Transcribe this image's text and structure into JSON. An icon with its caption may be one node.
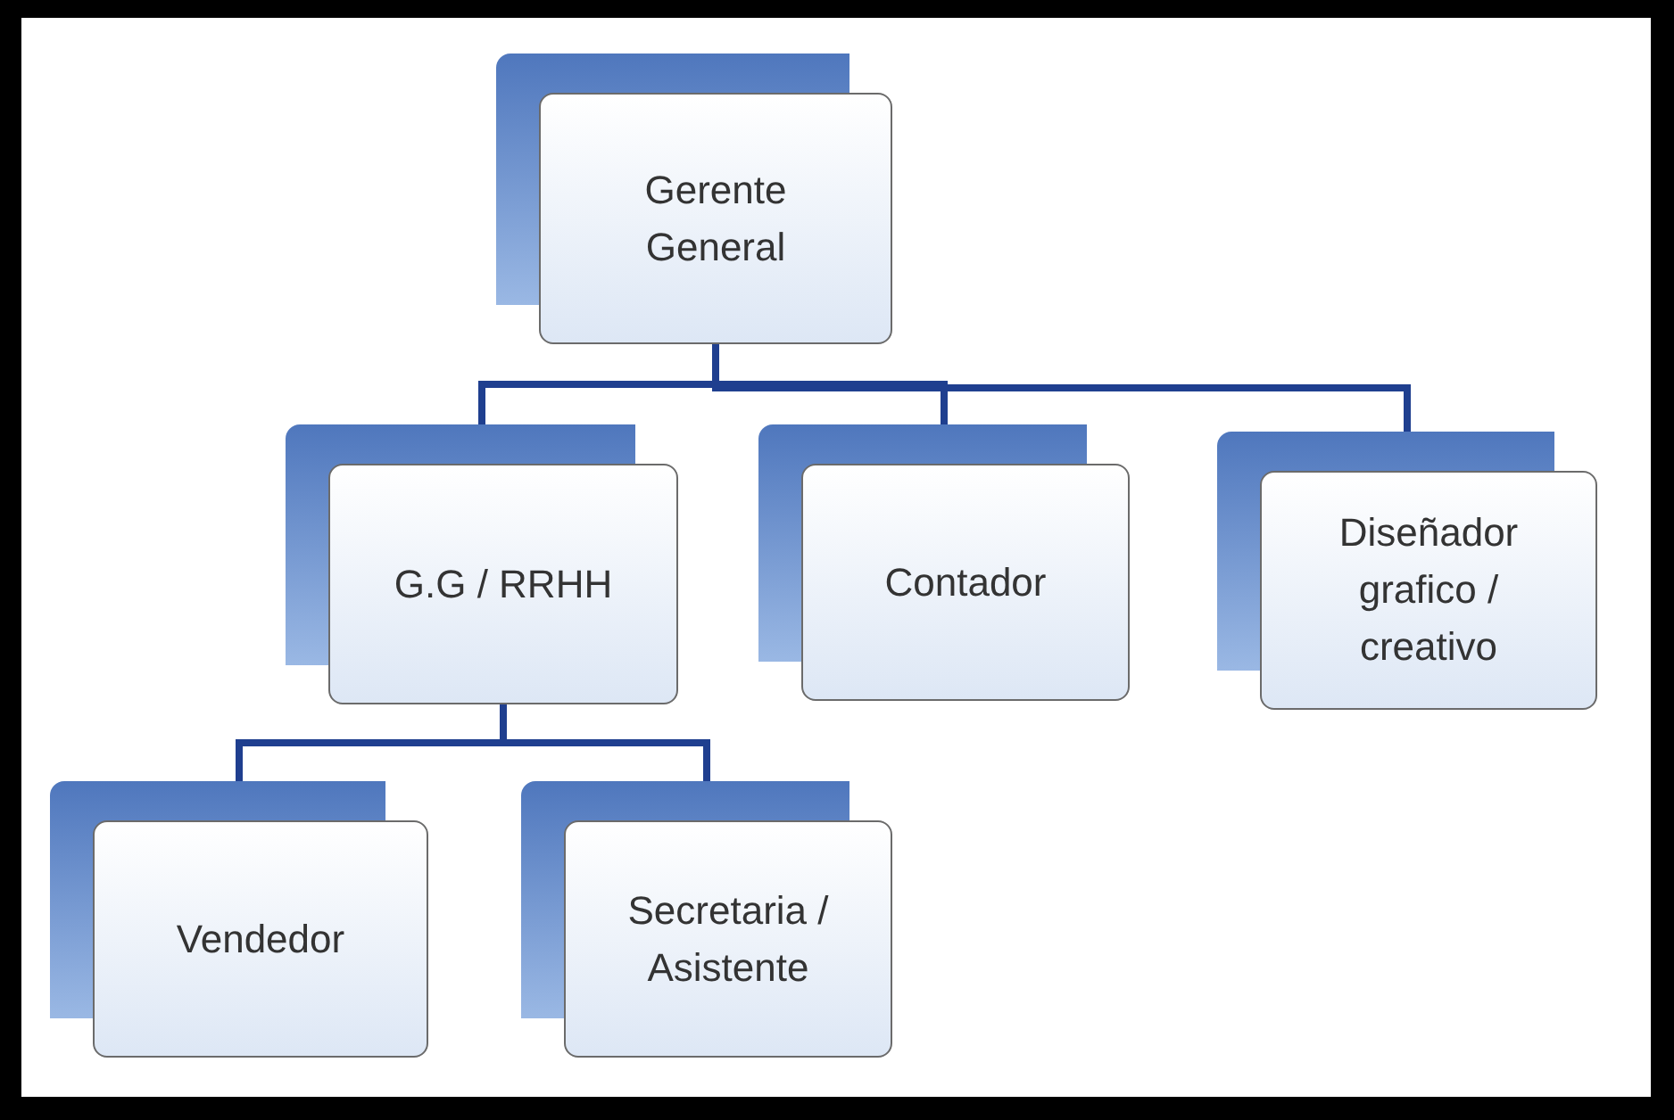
{
  "diagram": {
    "nodes": [
      {
        "text": [
          "Gerente General"
        ]
      },
      {
        "text": [
          "G.G / RRHH"
        ]
      },
      {
        "text": [
          "Contador"
        ]
      },
      {
        "text": [
          "Diseñador grafico / creativo"
        ]
      },
      {
        "text": [
          "Vendedor"
        ]
      },
      {
        "text": [
          "Secretaria / Asistente"
        ]
      }
    ],
    "edges": [
      {
        "from": 0,
        "to": 1,
        "arrow": "none"
      },
      {
        "from": 0,
        "to": 2,
        "arrow": "none"
      },
      {
        "from": 0,
        "to": 3,
        "arrow": "none"
      },
      {
        "from": 1,
        "to": 4,
        "arrow": "none"
      },
      {
        "from": 1,
        "to": 5,
        "arrow": "none"
      }
    ]
  }
}
